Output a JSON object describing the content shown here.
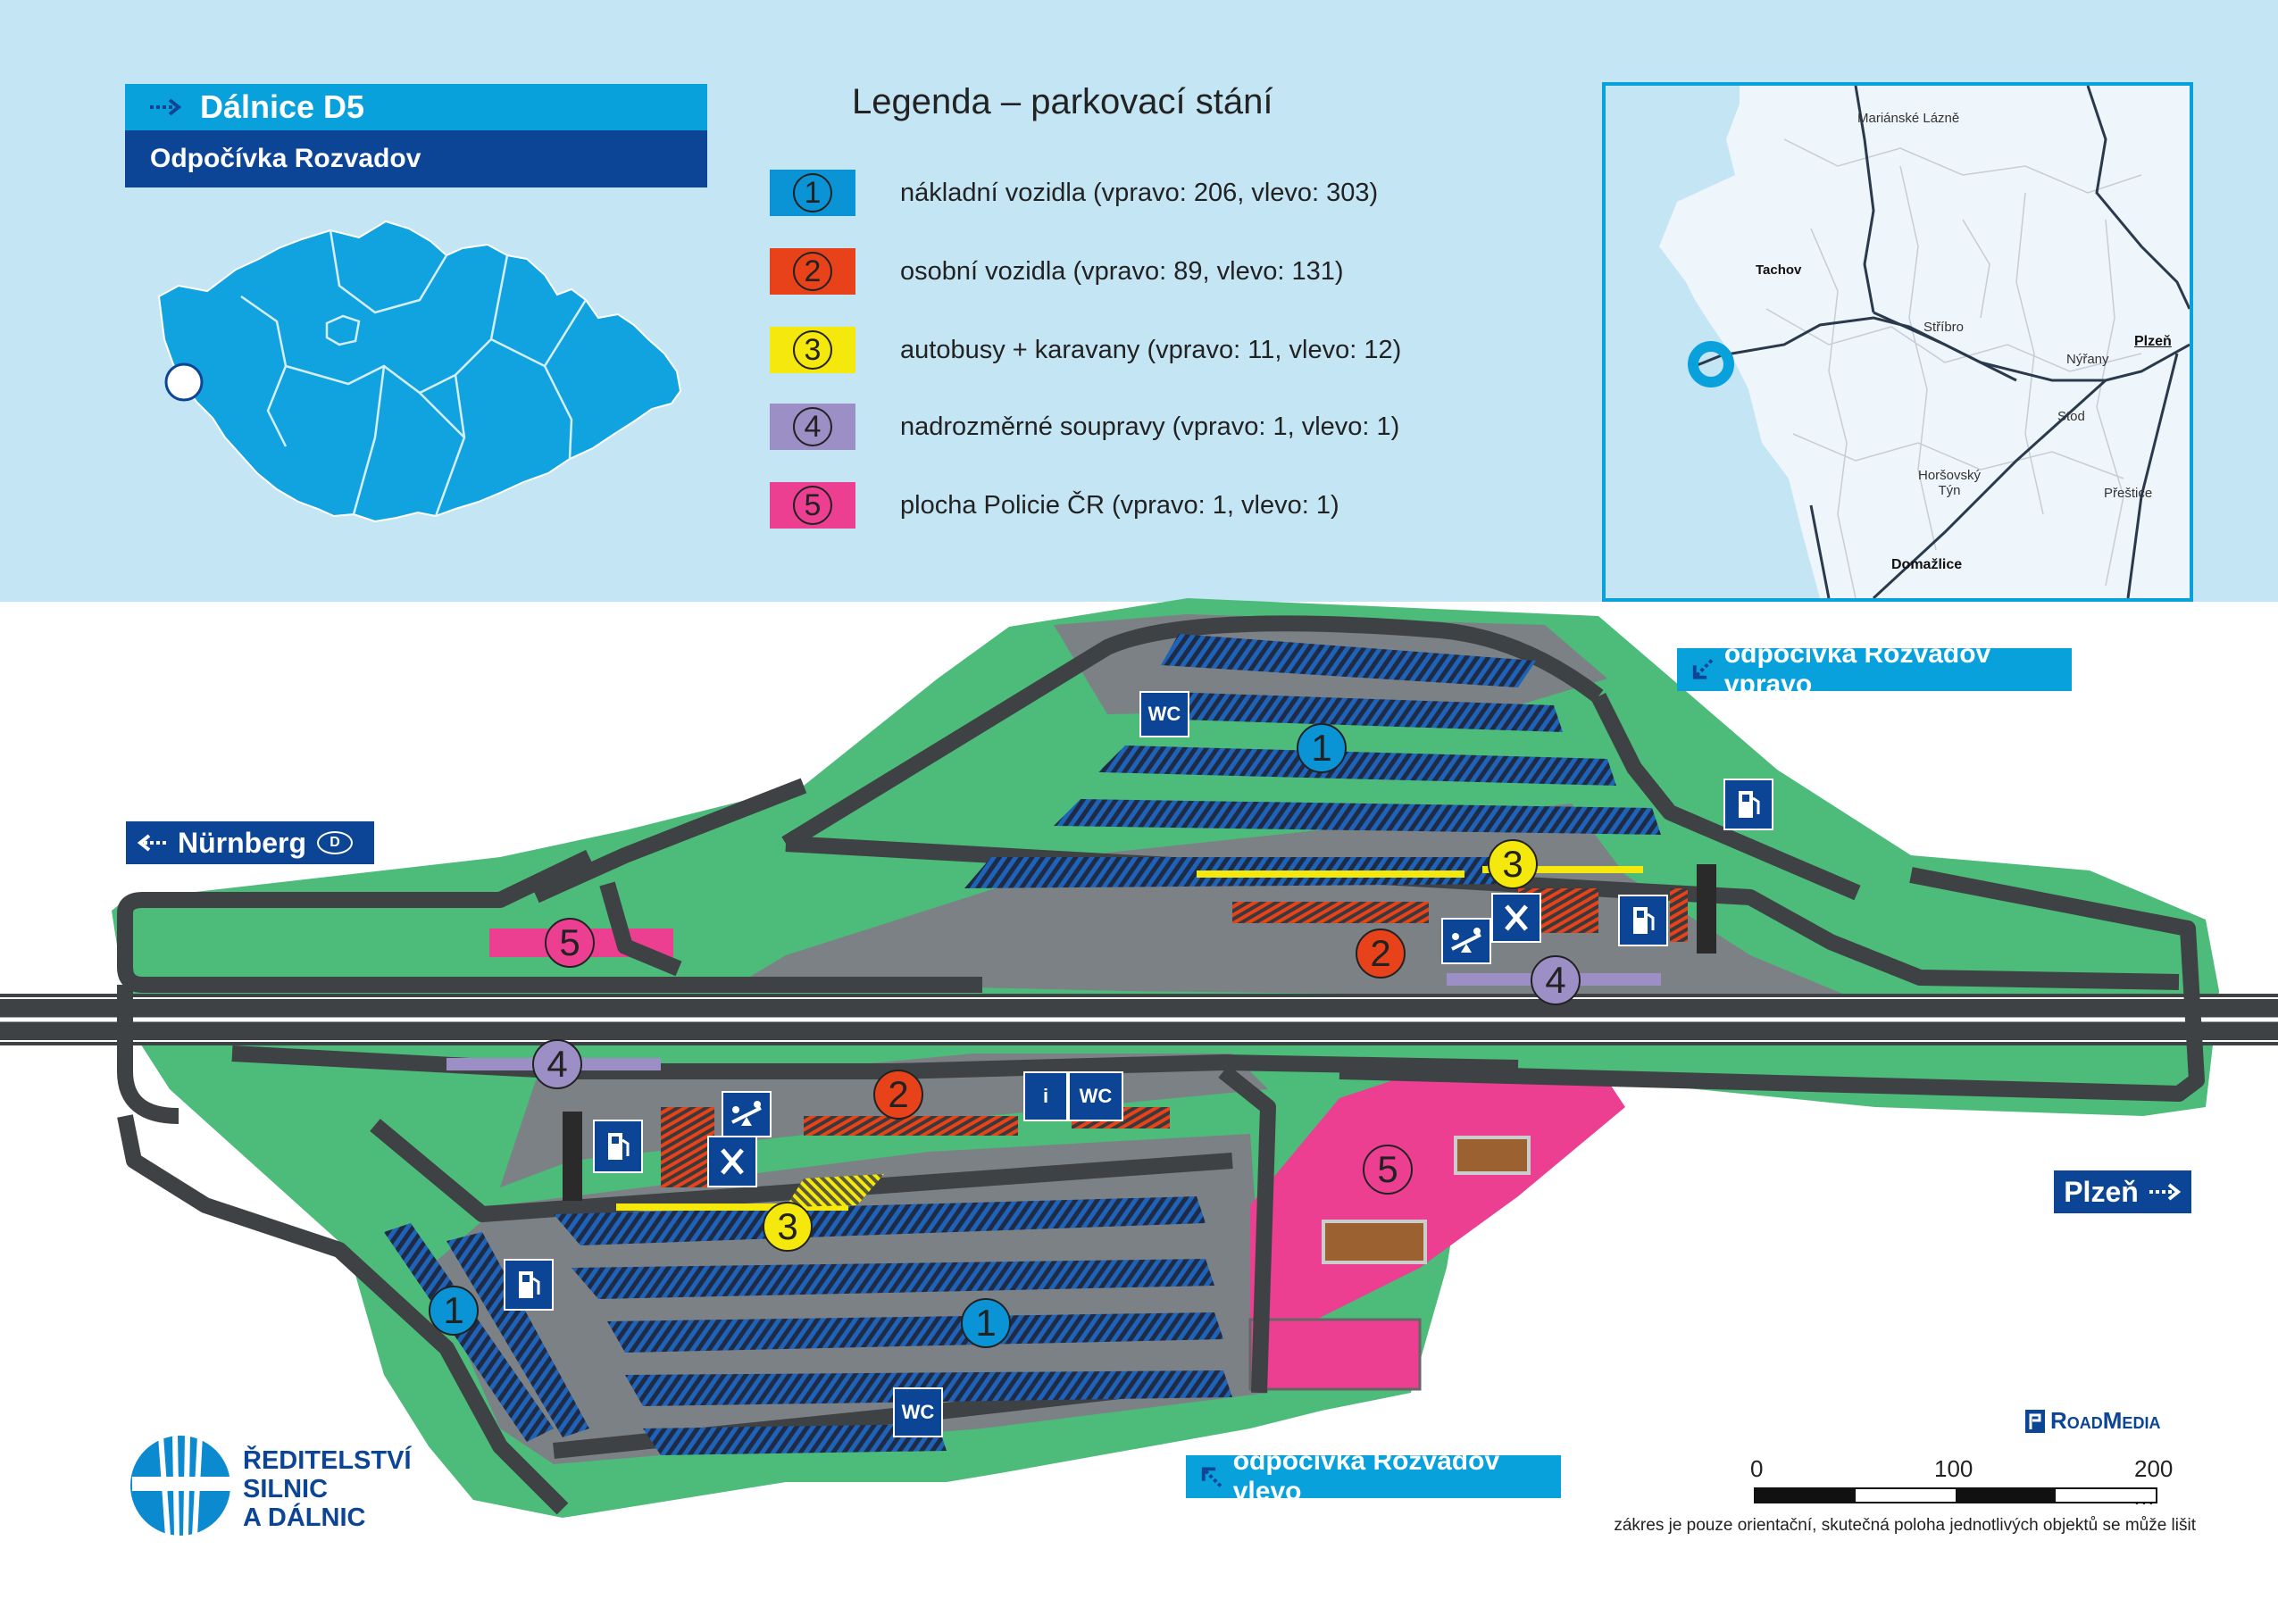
{
  "header": {
    "highway": "Dálnice D5",
    "rest_area": "Odpočívka Rozvadov"
  },
  "legend": {
    "title": "Legenda – parkovací stání",
    "items": [
      {
        "num": "1",
        "color": "#0a94d6",
        "text": "nákladní vozidla (vpravo: 206, vlevo: 303)"
      },
      {
        "num": "2",
        "color": "#e8421b",
        "text": "osobní vozidla (vpravo: 89, vlevo: 131)"
      },
      {
        "num": "3",
        "color": "#f5e80c",
        "text": "autobusy + karavany (vpravo: 11, vlevo: 12)"
      },
      {
        "num": "4",
        "color": "#9b8fc6",
        "text": "nadrozměrné soupravy (vpravo: 1, vlevo: 1)"
      },
      {
        "num": "5",
        "color": "#ec3f91",
        "text": "plocha Policie ČR (vpravo: 1, vlevo: 1)"
      }
    ]
  },
  "minimap": {
    "towns": [
      "Mariánské Lázně",
      "Tachov",
      "Stříbro",
      "Nýřany",
      "Plzeň",
      "Stod",
      "Horšovský Týn",
      "Přeštice",
      "Domažlice"
    ]
  },
  "signs": {
    "nurnberg": "Nürnberg",
    "nurnberg_badge": "D",
    "plzen": "Plzeň",
    "right_side": "odpočívka Rozvadov vpravo",
    "left_side": "odpočívka Rozvadov vlevo"
  },
  "map_labels": {
    "wc": "WC",
    "info": "i"
  },
  "scale": {
    "ticks": [
      "0",
      "100",
      "200 m"
    ]
  },
  "footnote": "zákres je pouze orientační, skutečná poloha jednotlivých objektů se může lišit",
  "logos": {
    "rsd": "ŘEDITELSTVÍ SILNIC A DÁLNIC",
    "rsd_lines": [
      "ŘEDITELSTVÍ",
      "SILNIC",
      "A DÁLNIC"
    ],
    "roadmedia": "RoadMedia"
  },
  "colors": {
    "green": "#4dbb7a",
    "road": "#3f4244",
    "asphalt": "#7c8185",
    "truck_stripe": "#1e63b8",
    "police": "#ec3f91",
    "sky": "#c4e5f4",
    "dark_blue": "#0c4595",
    "light_blue": "#08a1dc"
  }
}
